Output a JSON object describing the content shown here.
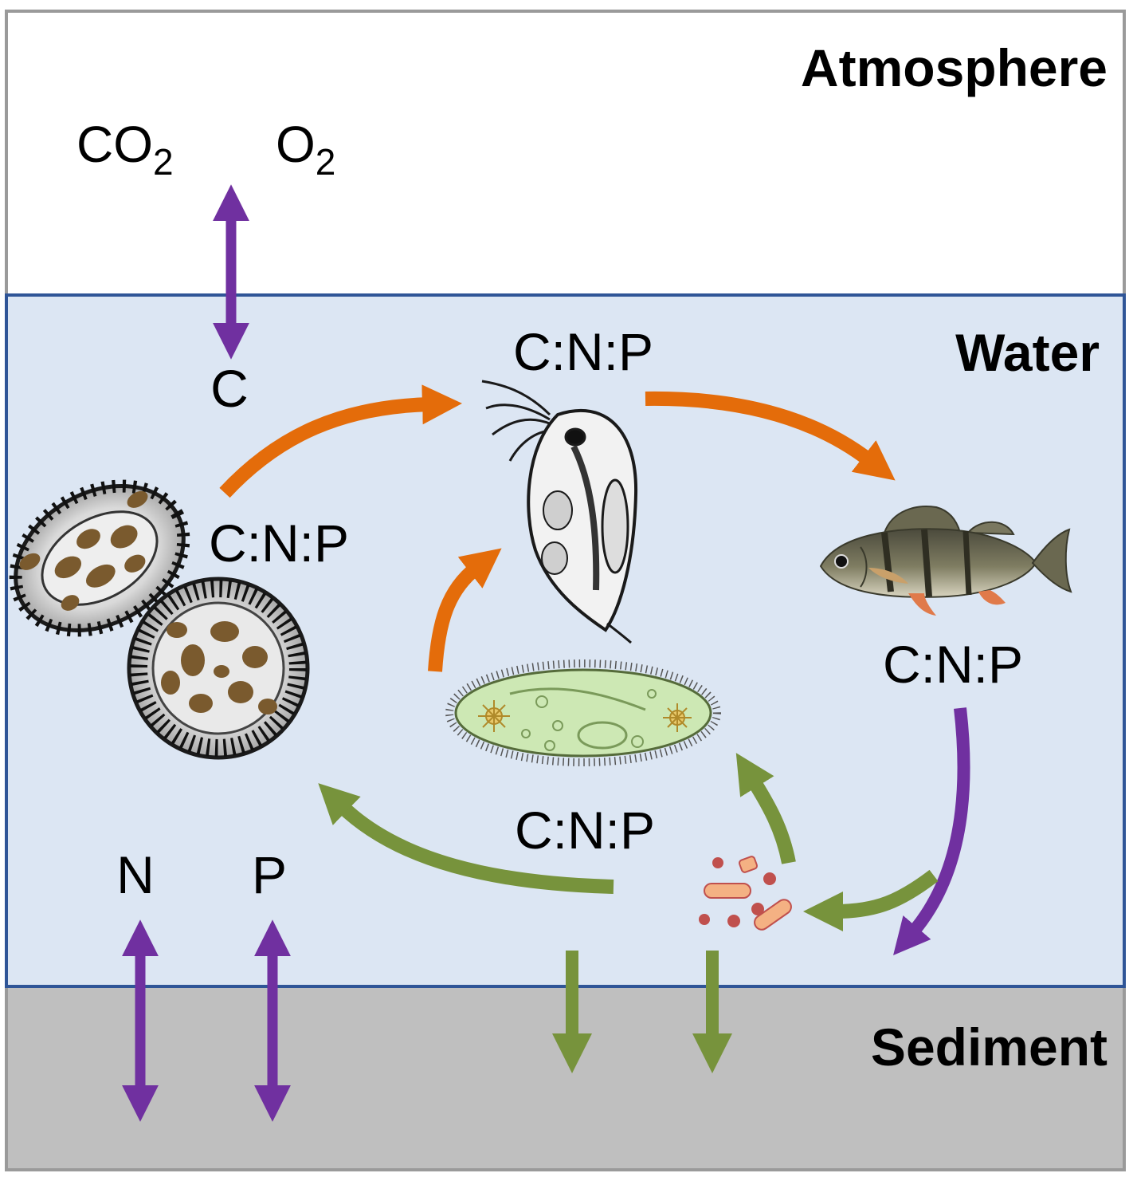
{
  "zones": {
    "atmosphere": "Atmosphere",
    "water": "Water",
    "sediment": "Sediment"
  },
  "gases": {
    "co2_main": "CO",
    "co2_sub": "2",
    "o2_main": "O",
    "o2_sub": "2"
  },
  "elements": {
    "carbon": "C",
    "nitrogen": "N",
    "phosphorus": "P"
  },
  "ratios": {
    "zooplankton": "C:N:P",
    "phytoplankton": "C:N:P",
    "fish": "C:N:P",
    "protist": "C:N:P"
  },
  "colors": {
    "atmosphere_bg": "#ffffff",
    "water_bg": "#dce6f3",
    "water_border": "#2f5597",
    "sediment_bg": "#bfbfbf",
    "frame": "#9a9a9a",
    "exchange_arrow": "#7030a0",
    "grazing_arrow": "#e46c0a",
    "recycling_arrow": "#77933c"
  }
}
